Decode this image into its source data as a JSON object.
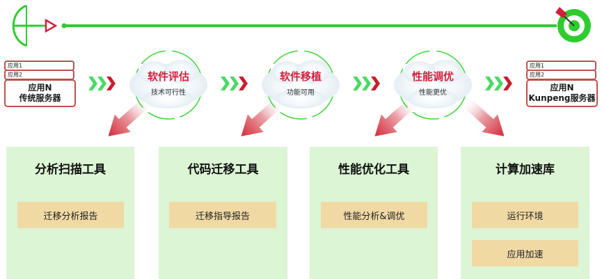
{
  "journey": {
    "start_icon": "bow-and-arrow-icon",
    "end_icon": "target-bullseye-icon",
    "line_color": "#2ecc2e"
  },
  "source_app": {
    "tabs": [
      "应用1",
      "应用2"
    ],
    "title_line1": "应用N",
    "title_line2": "传统服务器"
  },
  "target_app": {
    "tabs": [
      "应用1",
      "应用2"
    ],
    "title_line1": "应用N",
    "title_line2": "Kunpeng服务器"
  },
  "stages": [
    {
      "title": "软件评估",
      "subtitle": "技术可行性"
    },
    {
      "title": "软件移植",
      "subtitle": "功能可用"
    },
    {
      "title": "性能调优",
      "subtitle": "性能更优"
    }
  ],
  "tools": [
    {
      "title": "分析扫描工具",
      "items": [
        "迁移分析报告"
      ]
    },
    {
      "title": "代码迁移工具",
      "items": [
        "迁移指导报告"
      ]
    },
    {
      "title": "性能优化工具",
      "items": [
        "性能分析&调优"
      ]
    },
    {
      "title": "计算加速库",
      "items": [
        "运行环境",
        "应用加速"
      ]
    }
  ],
  "colors": {
    "accent_red": "#d21f3c",
    "chevron_green": "#4cd964",
    "card_border": "#c0504d",
    "tool_bg": "#dcf5d5",
    "tool_item_bg": "#f1d9a4"
  }
}
